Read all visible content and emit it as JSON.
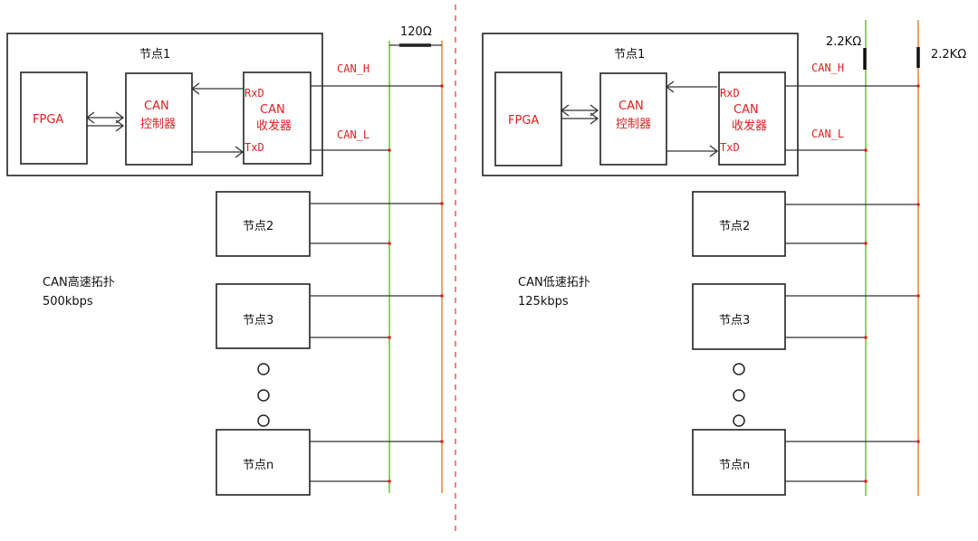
{
  "high": {
    "node1": "节点1",
    "fpga": "FPGA",
    "ctrl_l1": "CAN",
    "ctrl_l2": "控制器",
    "trx_l1": "CAN",
    "trx_l2": "收发器",
    "rxd": "RxD",
    "txd": "TxD",
    "canh": "CAN_H",
    "canl": "CAN_L",
    "resistor": "120Ω",
    "node2": "节点2",
    "node3": "节点3",
    "noden": "节点n",
    "topo": "CAN高速拓扑",
    "rate": "500kbps"
  },
  "low": {
    "node1": "节点1",
    "fpga": "FPGA",
    "ctrl_l1": "CAN",
    "ctrl_l2": "控制器",
    "trx_l1": "CAN",
    "trx_l2": "收发器",
    "rxd": "RxD",
    "txd": "TxD",
    "canh": "CAN_H",
    "canl": "CAN_L",
    "res1": "2.2KΩ",
    "res2": "2.2KΩ",
    "node2": "节点2",
    "node3": "节点3",
    "noden": "节点n",
    "topo": "CAN低速拓扑",
    "rate": "125kbps"
  },
  "colors": {
    "green_line": "#7ac143",
    "orange_line": "#f08a3c",
    "divider": "#e05050",
    "red_text": "#e02020"
  }
}
